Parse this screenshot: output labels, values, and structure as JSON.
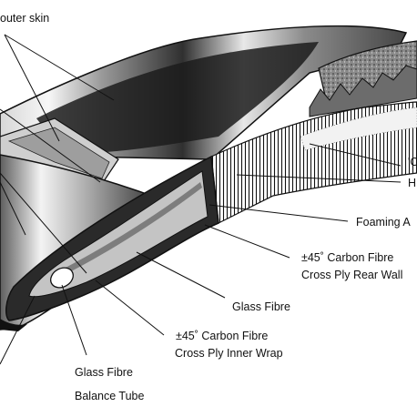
{
  "labels": {
    "outer_skin": "outer skin",
    "c_spar": "'C'",
    "h_partial": "H",
    "foaming": "Foaming A",
    "carbon_rear_1": "±45˚ Carbon Fibre",
    "carbon_rear_2": "Cross Ply Rear Wall",
    "glass_fibre": "Glass Fibre",
    "carbon_inner_1": "±45˚ Carbon Fibre",
    "carbon_inner_2": "Cross Ply Inner Wrap",
    "balance_1": "Glass Fibre",
    "balance_2": "Balance Tube"
  },
  "icons": {
    "blade_section": "rotor-blade-cutaway-illustration"
  }
}
